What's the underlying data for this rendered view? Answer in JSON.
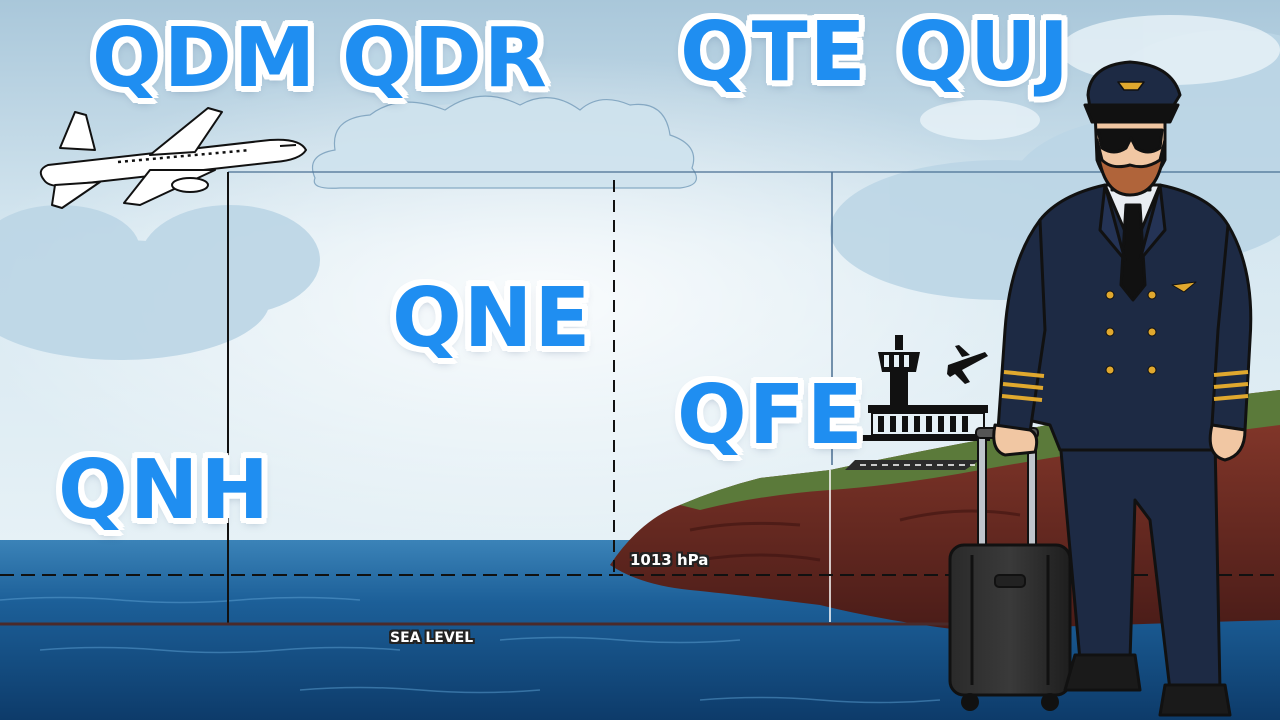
{
  "labels": {
    "qdm": "QDM",
    "qdr": "QDR",
    "qte_quj": "QTE QUJ",
    "qne": "QNE",
    "qfe": "QFE",
    "qnh": "QNH",
    "pressure": "1013 hPa",
    "sea_level": "SEA LEVEL"
  },
  "colors": {
    "label_blue": "#1f8ef1",
    "sky": "#cfe3ee",
    "sea": "#1e5f92",
    "cliff": "#6b2a22",
    "grass": "#5b7a3a",
    "uniform": "#1d2a44",
    "gold": "#e0a82e"
  }
}
